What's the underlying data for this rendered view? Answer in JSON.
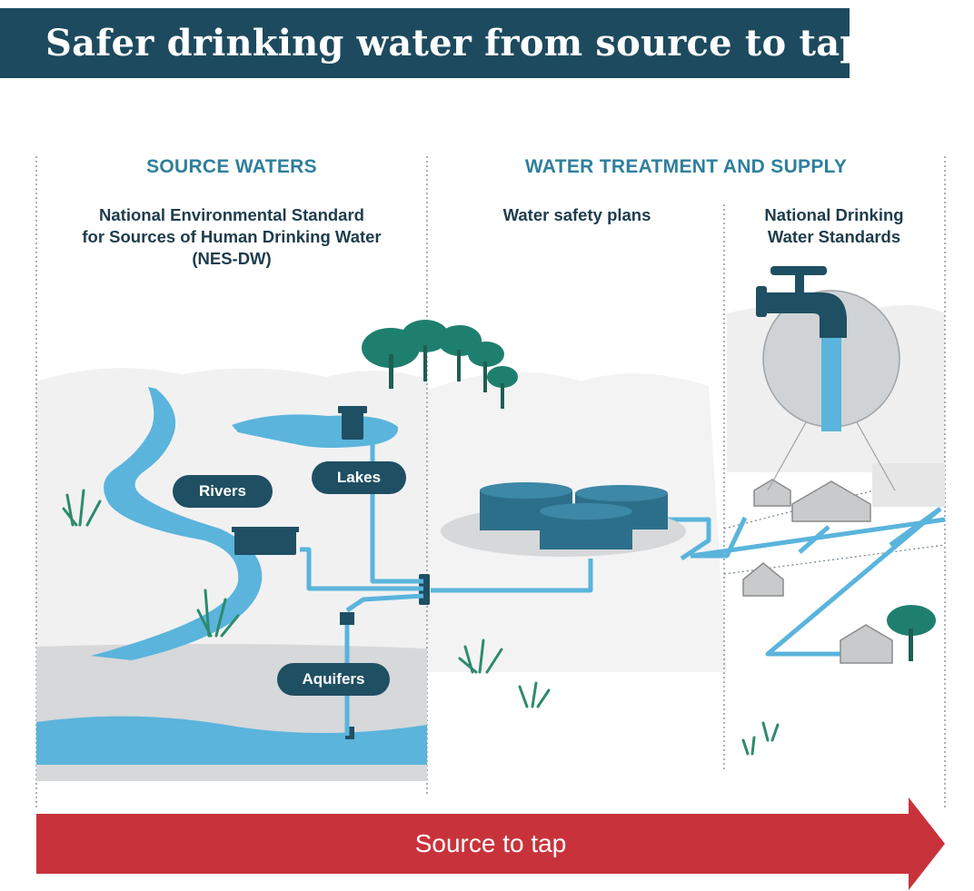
{
  "title": "Safer drinking water from source to tap",
  "sections": {
    "source": {
      "heading": "SOURCE WATERS",
      "standard_lines": [
        "National Environmental Standard",
        "for Sources of Human Drinking Water",
        "(NES-DW)"
      ]
    },
    "treatment": {
      "heading": "WATER TREATMENT AND SUPPLY",
      "plans": "Water safety plans",
      "standard_lines": [
        "National Drinking",
        "Water Standards"
      ]
    }
  },
  "labels": {
    "rivers": "Rivers",
    "lakes": "Lakes",
    "aquifers": "Aquifers"
  },
  "arrow": {
    "label": "Source to tap"
  },
  "colors": {
    "title_bg": "#1d4a5e",
    "heading": "#2e7f9c",
    "water": "#5ab4dc",
    "pill": "#1f4f63",
    "arrow": "#c8333b",
    "tree": "#1f7f6e"
  }
}
